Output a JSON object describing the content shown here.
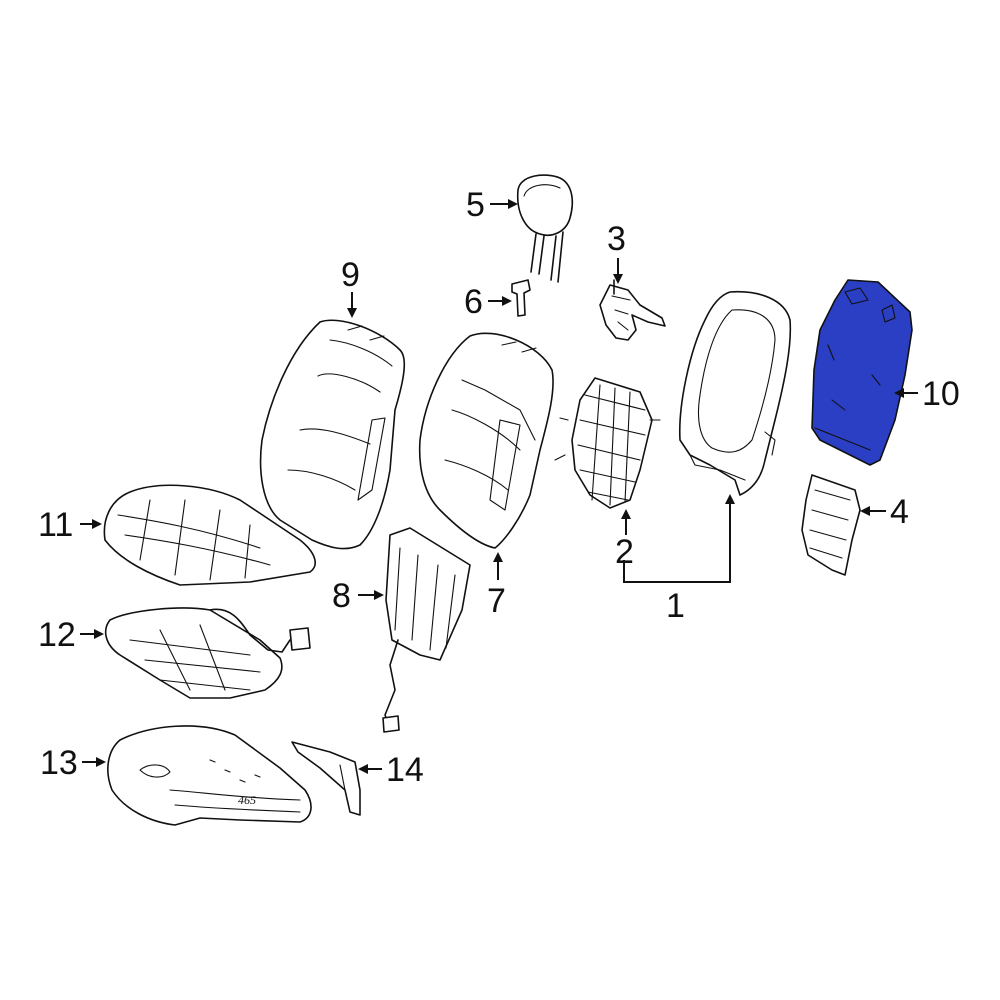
{
  "diagram": {
    "highlight_color": "#2b3fc4",
    "callouts": [
      {
        "id": "1",
        "label": "1"
      },
      {
        "id": "2",
        "label": "2"
      },
      {
        "id": "3",
        "label": "3"
      },
      {
        "id": "4",
        "label": "4"
      },
      {
        "id": "5",
        "label": "5"
      },
      {
        "id": "6",
        "label": "6"
      },
      {
        "id": "7",
        "label": "7"
      },
      {
        "id": "8",
        "label": "8"
      },
      {
        "id": "9",
        "label": "9"
      },
      {
        "id": "10",
        "label": "10"
      },
      {
        "id": "11",
        "label": "11"
      },
      {
        "id": "12",
        "label": "12"
      },
      {
        "id": "13",
        "label": "13"
      },
      {
        "id": "14",
        "label": "14"
      }
    ],
    "stamp_text": "465"
  }
}
